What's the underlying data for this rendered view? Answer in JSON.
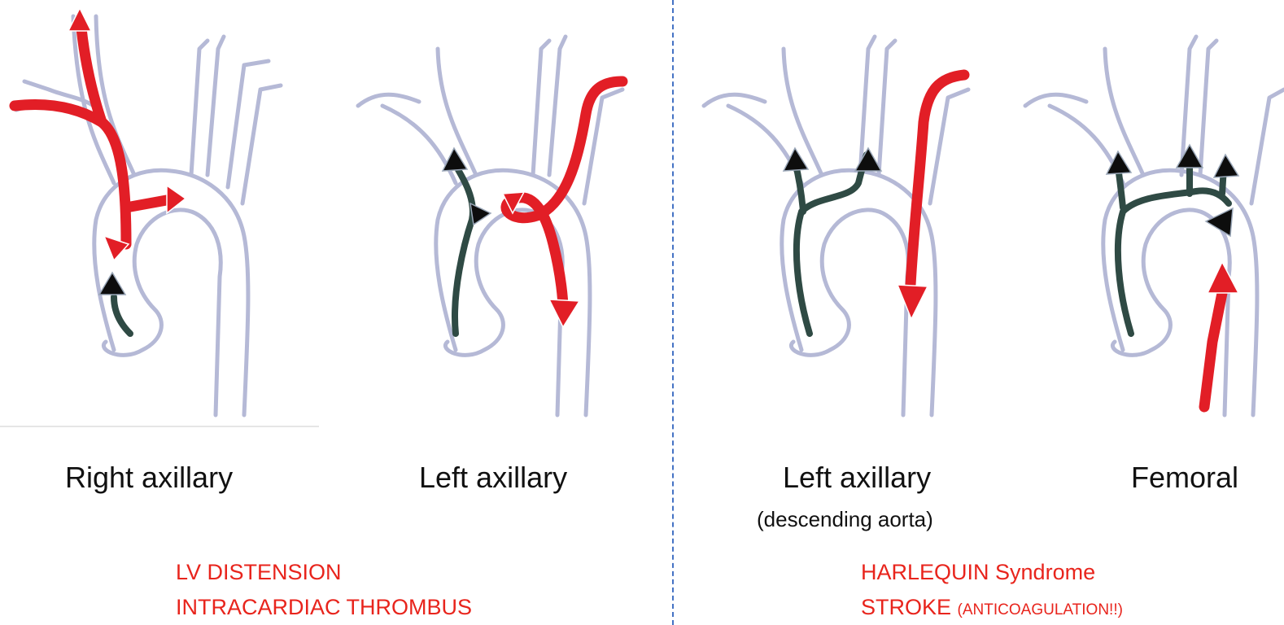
{
  "diagrams": [
    {
      "caption": "Right axillary"
    },
    {
      "caption": "Left axillary"
    },
    {
      "caption": "Left axillary",
      "subcaption": "(descending aorta)"
    },
    {
      "caption": "Femoral"
    }
  ],
  "left_notes": [
    "LV DISTENSION",
    "INTRACARDIAC THROMBUS"
  ],
  "right_notes": {
    "line1": "HARLEQUIN Syndrome",
    "line2_main": "STROKE",
    "line2_small": "(ANTICOAGULATION!!)"
  },
  "colors": {
    "vessel": "#b5b9d6",
    "flow_red": "#e21e26",
    "flow_dark": "#2f4a44",
    "divider": "#4472c4",
    "note_text": "#e8241c"
  }
}
